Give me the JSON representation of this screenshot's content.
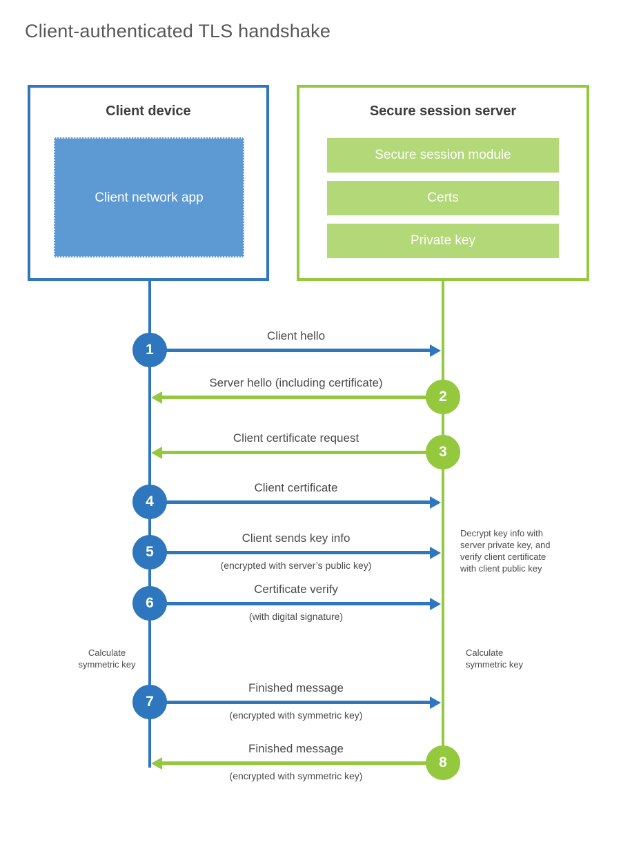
{
  "title": "Client-authenticated TLS handshake",
  "client": {
    "title": "Client device",
    "app_label": "Client network app"
  },
  "server": {
    "title": "Secure session server",
    "modules": [
      "Secure session module",
      "Certs",
      "Private key"
    ]
  },
  "steps": [
    {
      "num": "1",
      "label": "Client hello",
      "direction": "client-to-server"
    },
    {
      "num": "2",
      "label": "Server hello (including certificate)",
      "direction": "server-to-client"
    },
    {
      "num": "3",
      "label": "Client certificate request",
      "direction": "server-to-client"
    },
    {
      "num": "4",
      "label": "Client certificate",
      "direction": "client-to-server"
    },
    {
      "num": "5",
      "label": "Client sends key info",
      "sub": "(encrypted with server’s public key)",
      "direction": "client-to-server"
    },
    {
      "num": "6",
      "label": "Certificate verify",
      "sub": "(with digital signature)",
      "direction": "client-to-server"
    },
    {
      "num": "7",
      "label": "Finished message",
      "sub": "(encrypted with symmetric key)",
      "direction": "client-to-server"
    },
    {
      "num": "8",
      "label": "Finished message",
      "sub": "(encrypted with symmetric key)",
      "direction": "server-to-client"
    }
  ],
  "notes": {
    "decrypt": "Decrypt key info with server private key, and verify client certificate with client public key",
    "calc_left": "Calculate symmetric key",
    "calc_right": "Calculate symmetric key"
  },
  "colors": {
    "blue": "#2e76bd",
    "blue_fill": "#5d9ad3",
    "green": "#94c83d",
    "green_fill": "#b2d878"
  }
}
